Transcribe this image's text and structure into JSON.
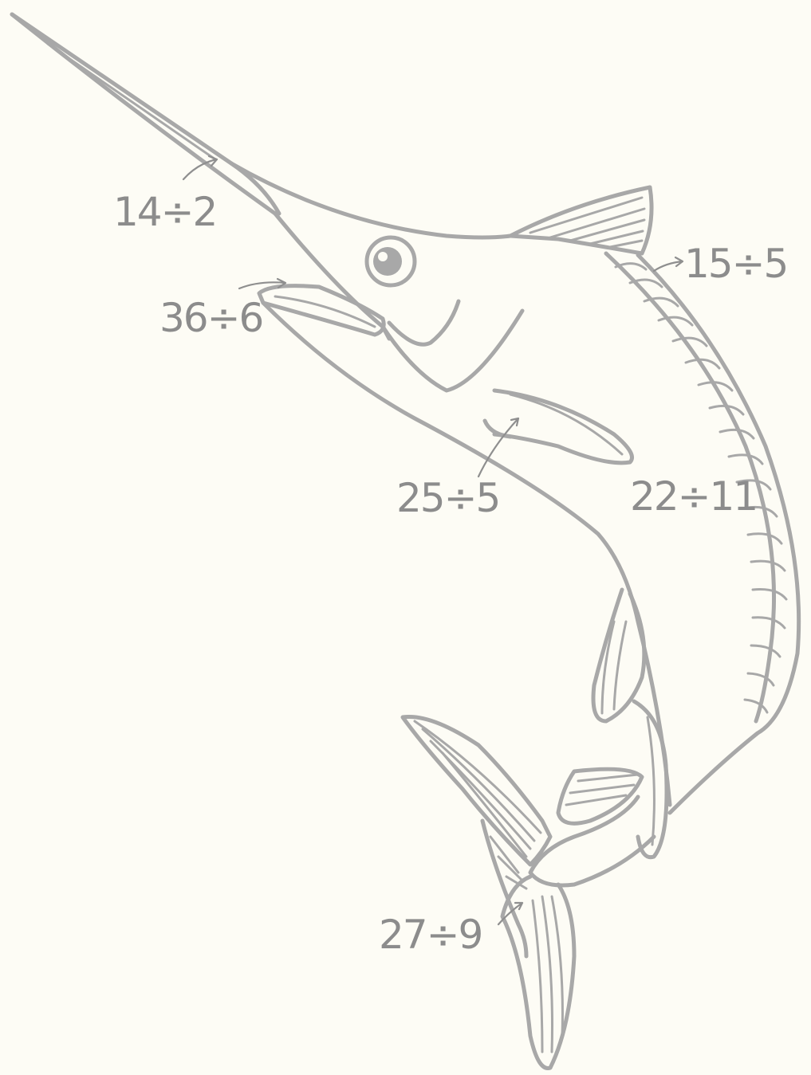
{
  "colors": {
    "background": "#fdfcf5",
    "line": "#a8a8a8",
    "label": "#8c8c8c"
  },
  "labels": {
    "bill": "14÷2",
    "mouth": "36÷6",
    "dorsal": "15÷5",
    "pectoral_base": "25÷5",
    "pectoral_fin": "22÷11",
    "tail": "27÷9"
  }
}
